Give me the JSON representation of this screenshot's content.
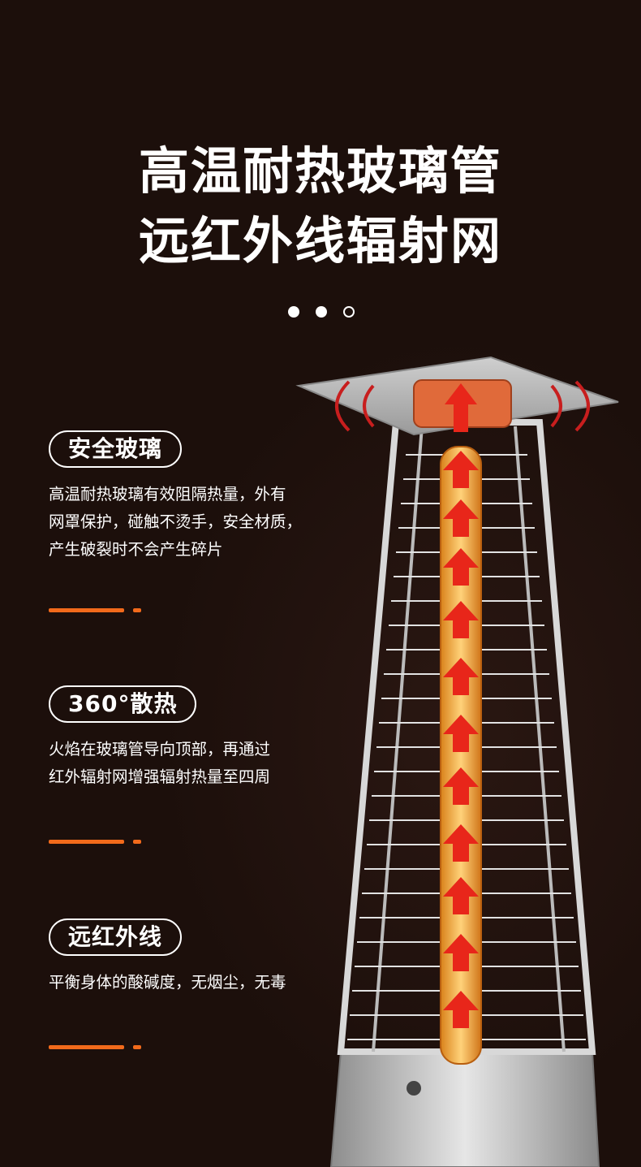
{
  "title": {
    "line1": "高温耐热玻璃管",
    "line2": "远红外线辐射网"
  },
  "pager": {
    "count": 3,
    "active_filled": 2
  },
  "features": [
    {
      "label": "安全玻璃",
      "lines": [
        "高温耐热玻璃有效阻隔热量，外有",
        "网罩保护，碰触不烫手，安全材质，",
        "产生破裂时不会产生碎片"
      ]
    },
    {
      "label": "360°散热",
      "lines": [
        "火焰在玻璃管导向顶部，再通过",
        "红外辐射网增强辐射热量至四周"
      ]
    },
    {
      "label": "远红外线",
      "lines": [
        "平衡身体的酸碱度，无烟尘，无毒"
      ]
    }
  ],
  "colors": {
    "accent": "#f26a1b",
    "background": "#1c0f0b",
    "text": "#ffffff",
    "arrow": "#e8261a"
  }
}
